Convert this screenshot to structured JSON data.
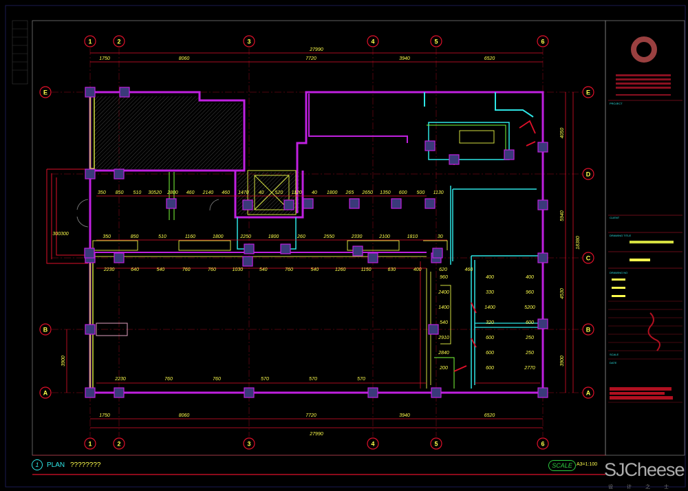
{
  "drawing": {
    "plan_number": "1",
    "plan_label": "PLAN",
    "plan_name": "????????",
    "scale_label": "SCALE",
    "scale_value": "A3=1:100",
    "watermark": "SJCheese",
    "watermark_sub": "设计之士"
  },
  "grid": {
    "columns": [
      "1",
      "2",
      "3",
      "4",
      "5",
      "6"
    ],
    "rows": [
      "E",
      "D",
      "C",
      "B",
      "A"
    ]
  },
  "dimensions": {
    "top_total": "27990",
    "top_segments": [
      "1750",
      "8060",
      "7720",
      "3940",
      "6520"
    ],
    "bottom_total": "27990",
    "bottom_segments": [
      "1750",
      "8060",
      "7720",
      "3940",
      "6520"
    ],
    "right_total": "18380",
    "right_segments": [
      "4050",
      "5940",
      "4530",
      "3900"
    ],
    "left_segment": "3900",
    "entrance": "300300",
    "interior_row_d": [
      "350",
      "850",
      "510",
      "30520",
      "2800",
      "460",
      "2140",
      "460",
      "1470",
      "40",
      "520",
      "1120",
      "40",
      "1800",
      "265",
      "2650",
      "1350",
      "600",
      "500",
      "1130"
    ],
    "interior_row_c": [
      "350",
      "850",
      "510",
      "1160",
      "1800",
      "2250",
      "1800",
      "260",
      "2550",
      "2330",
      "2100",
      "1810",
      "30"
    ],
    "interior_row_c2": [
      "2230",
      "640",
      "540",
      "760",
      "760",
      "1030",
      "540",
      "760",
      "540",
      "1260",
      "1150",
      "630",
      "400",
      "620",
      "460"
    ],
    "interior_right": [
      "960",
      "400",
      "400",
      "2400",
      "330",
      "960",
      "1400",
      "1400",
      "5200",
      "540",
      "320",
      "600",
      "2910",
      "600",
      "250",
      "2840",
      "600",
      "250",
      "200",
      "600",
      "2770"
    ],
    "interior_bottom": [
      "2230",
      "760",
      "760",
      "570",
      "570",
      "570"
    ]
  },
  "title_block": {
    "project_label": "PROJECT",
    "client_label": "CLIENT",
    "drawing_title_label": "DRAWING TITLE",
    "drawing_no_label": "DRAWING NO",
    "scale_label": "SCALE",
    "date_label": "DATE"
  },
  "colors": {
    "wall": "#c020e0",
    "axis": "#e0102a",
    "dim_text": "#ffff4d",
    "cyan": "#2ee6e6",
    "green": "#7cff3a",
    "column_fill": "#3a3a7a"
  }
}
